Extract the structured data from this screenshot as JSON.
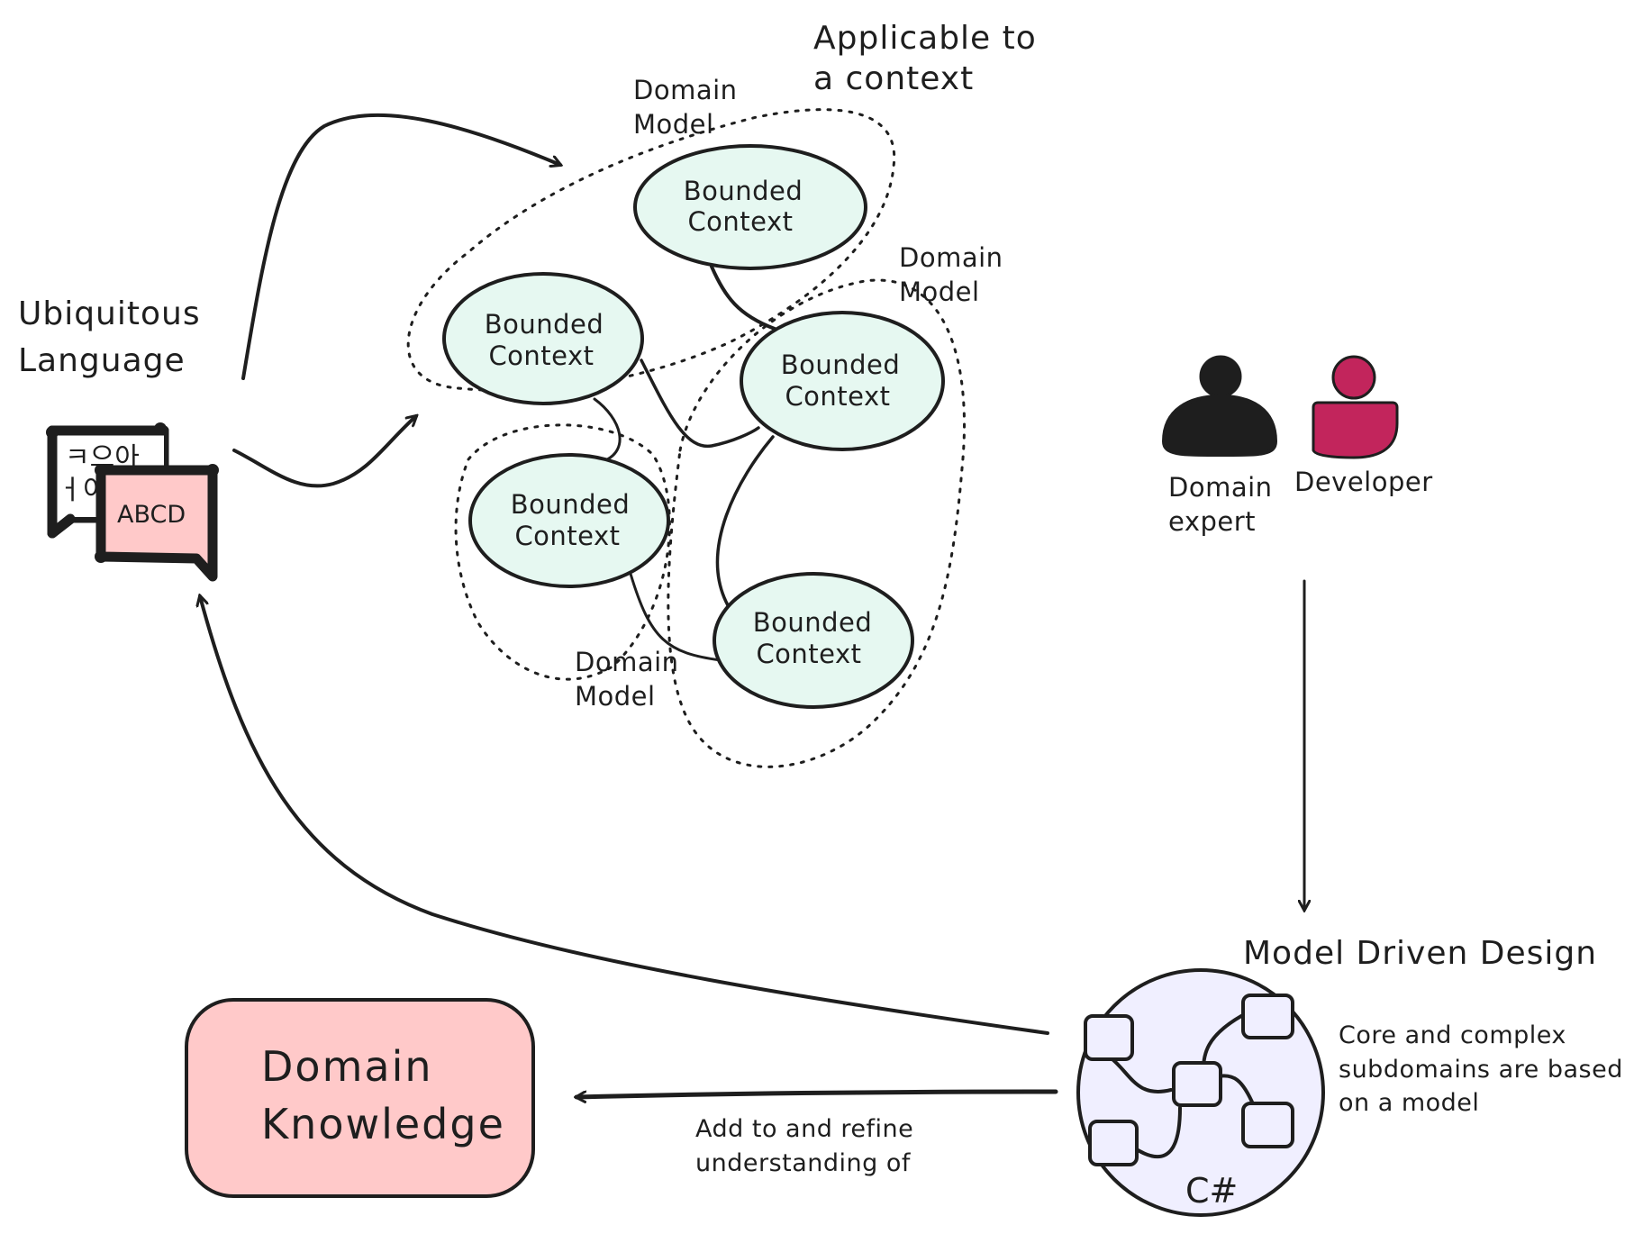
{
  "labels": {
    "applicable_line1": "Applicable to",
    "applicable_line2": "a context",
    "ubiquitous_line1": "Ubiquitous",
    "ubiquitous_line2": "Language",
    "domain_model_top_line1": "Domain",
    "domain_model_top_line2": "Model",
    "domain_model_right_line1": "Domain",
    "domain_model_right_line2": "Model",
    "domain_model_bottom_line1": "Domain",
    "domain_model_bottom_line2": "Model",
    "domain_expert_line1": "Domain",
    "domain_expert_line2": "expert",
    "developer": "Developer",
    "model_driven_design": "Model Driven Design",
    "core_line1": "Core and complex",
    "core_line2": "subdomains are based",
    "core_line3": "on a model",
    "add_refine_line1": "Add to and refine",
    "add_refine_line2": "understanding of",
    "domain_knowledge_line1": "Domain",
    "domain_knowledge_line2": "Knowledge",
    "language_icon_text": "ABCD",
    "language_icon_glyphs_line1": "ㅋ으아",
    "language_icon_glyphs_line2": "ㅓ이",
    "code_language": "C#"
  },
  "bounded_contexts": [
    {
      "line1": "Bounded",
      "line2": "Context"
    },
    {
      "line1": "Bounded",
      "line2": "Context"
    },
    {
      "line1": "Bounded",
      "line2": "Context"
    },
    {
      "line1": "Bounded",
      "line2": "Context"
    },
    {
      "line1": "Bounded",
      "line2": "Context"
    }
  ],
  "colors": {
    "ink": "#1e1e1e",
    "context_fill": "#e6f8f1",
    "knowledge_fill": "#ffc9c9",
    "developer_fill": "#c2255c",
    "model_circle_fill": "#f0efff"
  },
  "icons": [
    "language-icon",
    "domain-expert-icon",
    "developer-icon",
    "model-diagram-icon"
  ]
}
